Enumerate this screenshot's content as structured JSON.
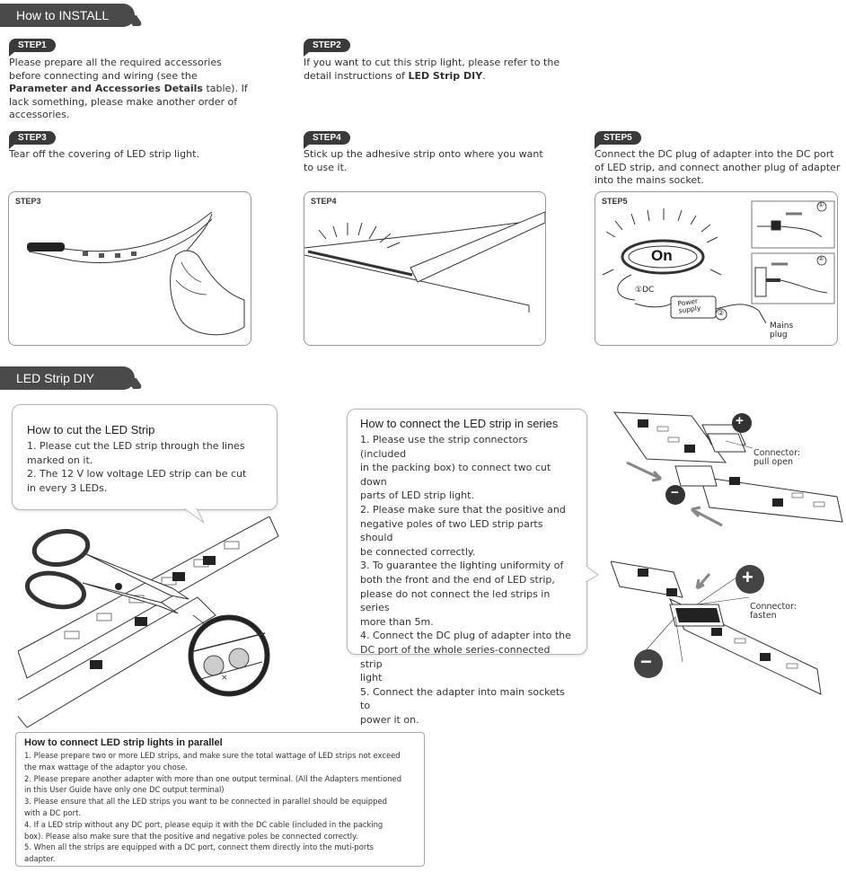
{
  "install": {
    "section_title": "How to INSTALL",
    "steps": [
      {
        "tag": "STEP1",
        "pre": "Please prepare all the required accessories before connecting and wiring (see the ",
        "bold": "Parameter and Accessories Details",
        "post": " table). If lack something, please make another order of accessories."
      },
      {
        "tag": "STEP2",
        "pre": "If you want to cut this strip light, please refer to the detail instructions of ",
        "bold": "LED Strip DIY",
        "post": "."
      },
      {
        "tag": "STEP3",
        "pre": "Tear off the covering of LED strip light.",
        "bold": "",
        "post": ""
      },
      {
        "tag": "STEP4",
        "pre": "Stick up the adhesive strip onto where you want to use it.",
        "bold": "",
        "post": ""
      },
      {
        "tag": "STEP5",
        "pre": "Connect the DC plug of adapter into the DC port of LED strip, and connect another plug of adapter into the mains socket.",
        "bold": "",
        "post": ""
      }
    ],
    "panels": {
      "step3_label": "STEP3",
      "step4_label": "STEP4",
      "step5_label": "STEP5",
      "on_label": "On",
      "dc_label": "①DC",
      "power_supply_label": "Power supply",
      "mains_label": "Mains plug",
      "circle1": "①",
      "circle2": "②"
    }
  },
  "diy": {
    "section_title": "LED Strip DIY",
    "cut": {
      "title": "How to cut the LED Strip",
      "lines": [
        "1. Please cut the LED strip through the lines",
        "marked on it.",
        "2. The 12 V low voltage LED strip can be cut",
        "in every 3 LEDs."
      ]
    },
    "series": {
      "title": "How to connect the LED strip in series",
      "lines": [
        "1. Please use the strip connectors (included",
        "in the packing box) to connect two cut down",
        "parts of LED strip light.",
        "2. Please make sure that the positive and",
        "negative poles of two LED strip parts should",
        "be connected correctly.",
        "3. To guarantee the lighting uniformity of",
        "both the front and the end of LED strip,",
        "please do not connect the led strips in series",
        "more than 5m.",
        "4. Connect the DC plug of adapter into the",
        "DC port of the whole series-connected strip",
        "light",
        "5. Connect the adapter into main sockets to",
        "power it on."
      ]
    },
    "connector": {
      "pull_open_label": "Connector: pull open",
      "fasten_label": "Connector: fasten",
      "plus": "+",
      "minus": "−"
    },
    "cut_mark": "×"
  },
  "parallel": {
    "title": "How to connect LED strip lights in parallel",
    "lines": [
      "1. Please prepare two or more LED strips, and make sure the total wattage of LED strips not exceed",
      "the max wattage of the adaptor you chose.",
      "2. Please prepare another adapter with more than one output terminal. (All the Adapters mentioned",
      "in this User Guide have only one DC output terminal)",
      "3. Please ensure that all the LED strips you want to be connected in parallel should be equipped",
      "with a DC port.",
      "4. If a LED strip without any DC port, please equip it with the DC cable (included in the packing",
      "box). Please also make sure that the positive and negative poles be connected correctly.",
      "5.  When all the strips are equipped with a DC port, connect them directly into the muti-ports",
      "adapter."
    ]
  },
  "colors": {
    "tab": "#4a4a4a",
    "text": "#333333",
    "border": "#999999"
  }
}
